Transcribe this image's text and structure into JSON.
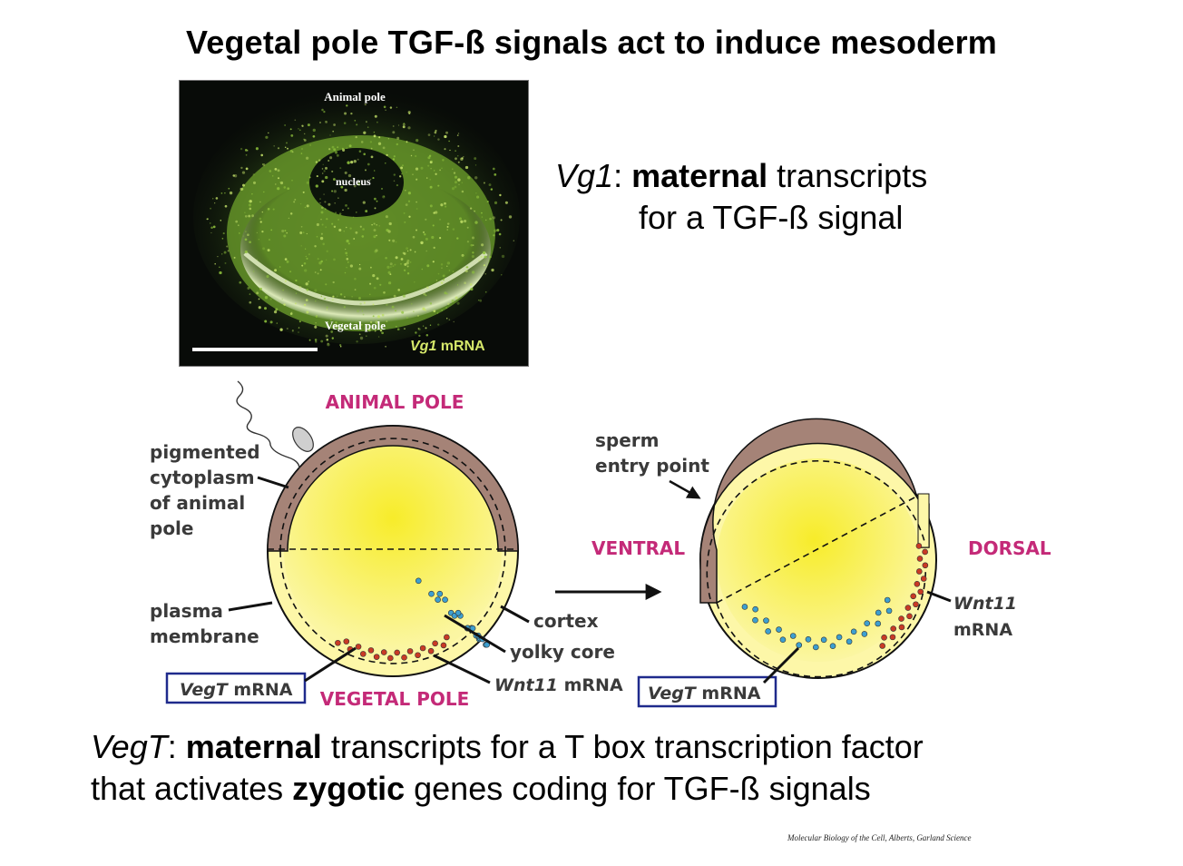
{
  "title": "Vegetal pole TGF-ß signals act to induce mesoderm",
  "micrograph": {
    "label_animal": "Animal pole",
    "label_nucleus": "nucleus",
    "label_vegetal": "Vegetal pole",
    "caption_gene": "Vg1",
    "caption_rest": " mRNA"
  },
  "vg1_text": {
    "gene": "Vg1",
    "sep": ": ",
    "bold": "maternal",
    "rest1": " transcripts",
    "line2": "for a TGF-ß signal"
  },
  "diagram": {
    "animal_pole": "ANIMAL POLE",
    "vegetal_pole": "VEGETAL POLE",
    "pigmented": [
      "pigmented",
      "cytoplasm",
      "of animal",
      "pole"
    ],
    "plasma": [
      "plasma",
      "membrane"
    ],
    "cortex": "cortex",
    "yolky": "yolky core",
    "wnt11_left_gene": "Wnt11",
    "wnt11_left_rest": " mRNA",
    "vegt_left_gene": "VegT",
    "vegt_left_rest": " mRNA",
    "sperm": [
      "sperm",
      "entry point"
    ],
    "ventral": "VENTRAL",
    "dorsal": "DORSAL",
    "wnt11_right_gene": "Wnt11",
    "wnt11_right_rest": "mRNA",
    "vegt_right_gene": "VegT",
    "vegt_right_rest": " mRNA"
  },
  "vegt_text": {
    "gene": "VegT",
    "sep": ": ",
    "bold1": "maternal",
    "rest1": " transcripts for a T box transcription factor",
    "line2_pre": "that activates ",
    "bold2": "zygotic",
    "line2_post": " genes coding for TGF-ß signals"
  },
  "credit": "Molecular Biology of the Cell, Alberts, Garland Science",
  "colors": {
    "pink_label": "#c42a78",
    "pigment": "#a58377",
    "yolk": "#fbf39a",
    "vegt_dot": "#3d9fd0",
    "wnt_dot": "#c93a25",
    "box_border": "#1f2a8c"
  }
}
